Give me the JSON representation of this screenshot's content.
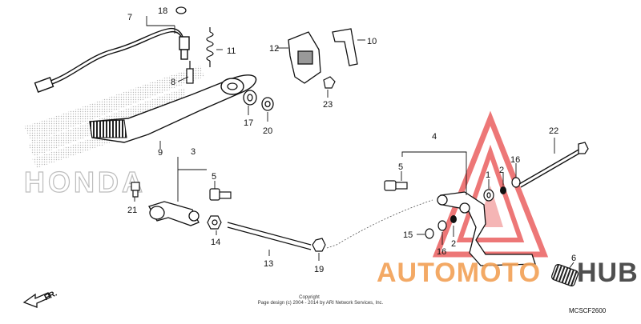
{
  "callouts": {
    "c1": "1",
    "c2a": "2",
    "c2b": "2",
    "c3": "3",
    "c4": "4",
    "c5a": "5",
    "c5b": "5",
    "c6": "6",
    "c7": "7",
    "c8": "8",
    "c9": "9",
    "c10": "10",
    "c11": "11",
    "c12": "12",
    "c13": "13",
    "c14": "14",
    "c15": "15",
    "c16a": "16",
    "c16b": "16",
    "c17": "17",
    "c18": "18",
    "c19": "19",
    "c20": "20",
    "c21": "21",
    "c22": "22",
    "c23": "23"
  },
  "brand_watermark": "HONDA",
  "front_marker": "FR.",
  "diagram_code": "MCSCF2600",
  "copyright": {
    "line1": "Copyright",
    "line2": "Page design (c) 2004 - 2014 by ARI Network Services, Inc."
  },
  "watermark": {
    "part1": "AUTOMOTO",
    "part2": "HUB",
    "color_main": "#f2a055",
    "color_hub": "#3d3d3d",
    "triangle_color": "#e84a4a"
  }
}
